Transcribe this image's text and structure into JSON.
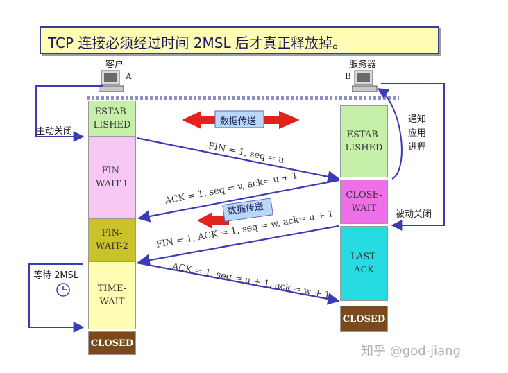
{
  "title": "TCP 连接必须经过时间 2MSL 后才真正释放掉。",
  "client": {
    "label": "客户",
    "letter": "A"
  },
  "server": {
    "label": "服务器",
    "letter": "B"
  },
  "client_states": [
    {
      "id": "established",
      "text": "ESTAB-\nLISHED",
      "color": "#c6efa9"
    },
    {
      "id": "fin_wait_1",
      "text": "FIN-\nWAIT-1",
      "color": "#f8c8f5"
    },
    {
      "id": "fin_wait_2",
      "text": "FIN-\nWAIT-2",
      "color": "#c9c22a"
    },
    {
      "id": "time_wait",
      "text": "TIME-\nWAIT",
      "color": "#fffcb3"
    },
    {
      "id": "closed",
      "text": "CLOSED",
      "color": "#7a4a1a"
    }
  ],
  "server_states": [
    {
      "id": "established",
      "text": "ESTAB-\nLISHED",
      "color": "#c6efa9"
    },
    {
      "id": "close_wait",
      "text": "CLOSE-\nWAIT",
      "color": "#ee6fe8"
    },
    {
      "id": "last_ack",
      "text": "LAST-\nACK",
      "color": "#27dbe3"
    },
    {
      "id": "closed",
      "text": "CLOSED",
      "color": "#7a4a1a"
    }
  ],
  "labels": {
    "active_close": "主动关闭",
    "notify_app": "通知\n应用\n进程",
    "passive_close": "被动关闭",
    "wait_2msl": "等待 2MSL",
    "data_transfer_1": "数据传送",
    "data_transfer_2": "数据传送"
  },
  "messages": [
    {
      "id": "fin1",
      "text": "FIN = 1, seq = u"
    },
    {
      "id": "ack1",
      "text": "ACK = 1, seq = v, ack= u + 1"
    },
    {
      "id": "fin2",
      "text": "FIN = 1, ACK = 1, seq = w, ack= u + 1"
    },
    {
      "id": "ack2",
      "text": "ACK = 1, seq = u + 1, ack = w + 1"
    }
  ],
  "watermark": "知乎 @god-jiang",
  "colors": {
    "arrow": "#3b3bb5",
    "red_arrow": "#e0231c",
    "title_border": "#3d3d8f",
    "badge_fill": "#b8d8f5"
  }
}
